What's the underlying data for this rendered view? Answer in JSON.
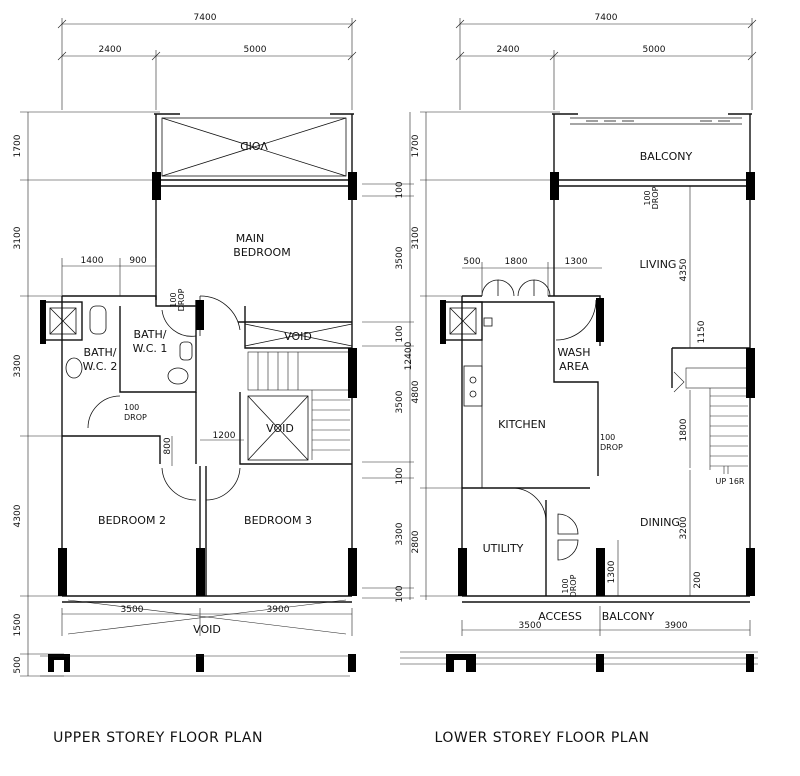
{
  "upper": {
    "caption": "UPPER STOREY FLOOR PLAN",
    "dims_top": {
      "overall": "7400",
      "left": "2400",
      "right": "5000"
    },
    "dims_left": {
      "d1": "1700",
      "d2": "3100",
      "d3": "3300",
      "d4": "4300",
      "d5": "1500",
      "d6": "500"
    },
    "dims_right": {
      "d1": "100",
      "d2": "3500",
      "d3": "100",
      "d4": "3500",
      "d5": "100",
      "d6": "3300",
      "d7": "100"
    },
    "dims_inner": {
      "a": "1400",
      "b": "900",
      "c": "1200",
      "d": "800"
    },
    "dims_bottom": {
      "left": "3500",
      "right": "3900"
    },
    "labels": {
      "void_top": "VOID",
      "main_bedroom_1": "MAIN",
      "main_bedroom_2": "BEDROOM",
      "bath1_1": "BATH/",
      "bath1_2": "W.C. 1",
      "bath2_1": "BATH/",
      "bath2_2": "W.C. 2",
      "drop_num": "100",
      "drop_word": "DROP",
      "void_mid": "VOID",
      "void_stair": "VOID",
      "bedroom2": "BEDROOM 2",
      "bedroom3": "BEDROOM 3",
      "void_bottom": "VOID"
    }
  },
  "lower": {
    "caption": "LOWER STOREY FLOOR PLAN",
    "dims_top": {
      "overall": "7400",
      "left": "2400",
      "right": "5000"
    },
    "dims_left": {
      "d1": "1700",
      "d2": "3100",
      "d3": "4800",
      "d4": "2800"
    },
    "dims_mid": {
      "total": "12400"
    },
    "dims_inner": {
      "a": "500",
      "b": "1800",
      "c": "1300",
      "living": "4350",
      "stair": "1150",
      "stair2": "1800",
      "dining": "3200",
      "drop_h": "200",
      "util": "1300"
    },
    "dims_bottom": {
      "left": "3500",
      "right": "3900"
    },
    "labels": {
      "balcony": "BALCONY",
      "drop_num": "100",
      "drop_word": "DROP",
      "living": "LIVING",
      "wash_1": "WASH",
      "wash_2": "AREA",
      "kitchen": "KITCHEN",
      "utility": "UTILITY",
      "dining": "DINING",
      "up": "UP 16R",
      "access": "ACCESS",
      "access_balcony": "BALCONY"
    }
  }
}
